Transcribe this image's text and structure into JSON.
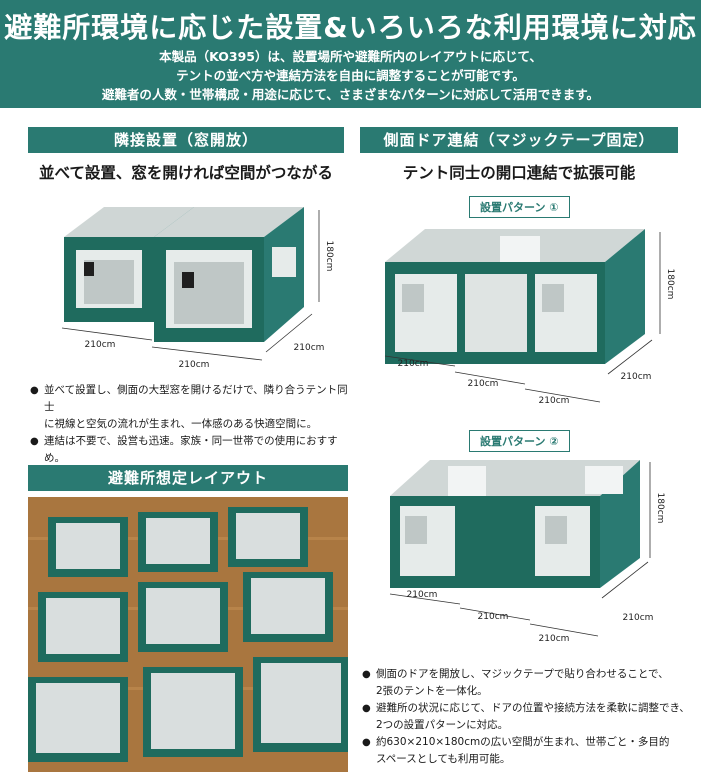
{
  "header": {
    "title": "避難所環境に応じた設置&いろいろな利用環境に対応",
    "desc_lines": [
      "本製品（KO395）は、設置場所や避難所内のレイアウトに応じて、",
      "テントの並べ方や連結方法を自由に調整することが可能です。",
      "避難者の人数・世帯構成・用途に応じて、さまざまなパターンに対応して活用できます。"
    ]
  },
  "left": {
    "section1_band": "隣接設置（窓開放）",
    "section1_subtitle": "並べて設置、窓を開ければ空間がつながる",
    "figure1": {
      "dim_height": "180cm",
      "dim_width1": "210cm",
      "dim_width2": "210cm",
      "dim_depth": "210cm"
    },
    "bullets": [
      {
        "line1": "並べて設置し、側面の大型窓を開けるだけで、隣り合うテント同士",
        "line2": "に視線と空気の流れが生まれ、一体感のある快適空間に。"
      },
      {
        "line1": "連結は不要で、設営も迅速。家族・同一世帯での使用におすすめ。"
      }
    ],
    "section2_band": "避難所想定レイアウト"
  },
  "right": {
    "section_band": "側面ドア連結（マジックテープ固定）",
    "subtitle": "テント同士の開口連結で拡張可能",
    "pattern1_label": "設置パターン ①",
    "pattern1": {
      "dim_height": "180cm",
      "dim_width1": "210cm",
      "dim_width2": "210cm",
      "dim_width3": "210cm",
      "dim_depth": "210cm"
    },
    "pattern2_label": "設置パターン ②",
    "pattern2": {
      "dim_height": "180cm",
      "dim_width1": "210cm",
      "dim_width2": "210cm",
      "dim_width3": "210cm",
      "dim_depth": "210cm"
    },
    "bullets": [
      {
        "line1": "側面のドアを開放し、マジックテープで貼り合わせることで、",
        "line2": "2張のテントを一体化。"
      },
      {
        "line1": "避難所の状況に応じて、ドアの位置や接続方法を柔軟に調整でき、",
        "line2": "2つの設置パターンに対応。"
      },
      {
        "line1": "約630×210×180cmの広い空間が生まれ、世帯ごと・多目的",
        "line2": "スペースとしても利用可能。"
      }
    ]
  },
  "colors": {
    "teal": "#2a7a72",
    "tent_green": "#1f6b5e",
    "tent_inner": "#d9dede"
  }
}
